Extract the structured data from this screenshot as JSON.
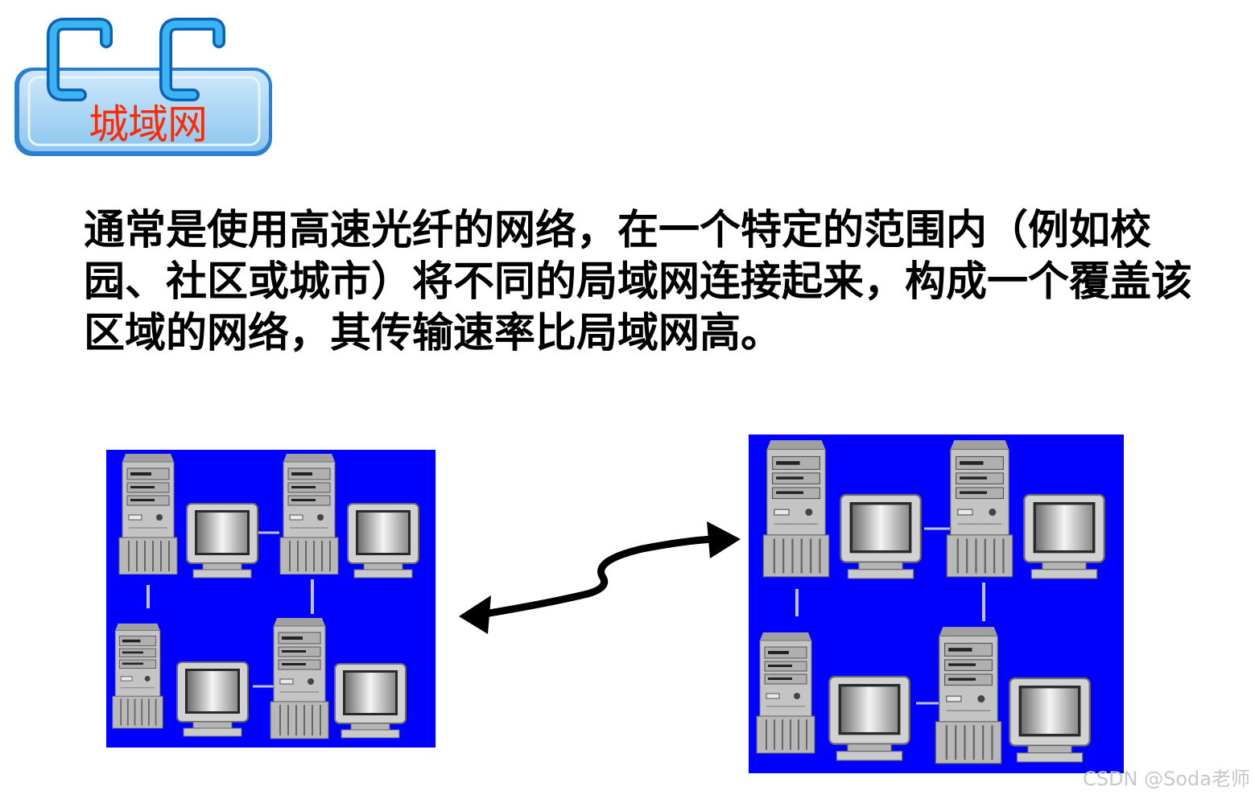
{
  "badge": {
    "title": "城域网"
  },
  "description": "通常是使用高速光纤的网络，在一个特定的范围内（例如校园、社区或城市）将不同的局域网连接起来，构成一个覆盖该区域的网络，其传输速率比局域网高。",
  "watermark": "CSDN @Soda老师",
  "colors": {
    "lan_background": "#0000ff",
    "badge_fill": "#a8d4f2",
    "badge_title": "#ff2a00",
    "hook": "#1ba0e8",
    "computer_gray": "#c0c0c0"
  }
}
